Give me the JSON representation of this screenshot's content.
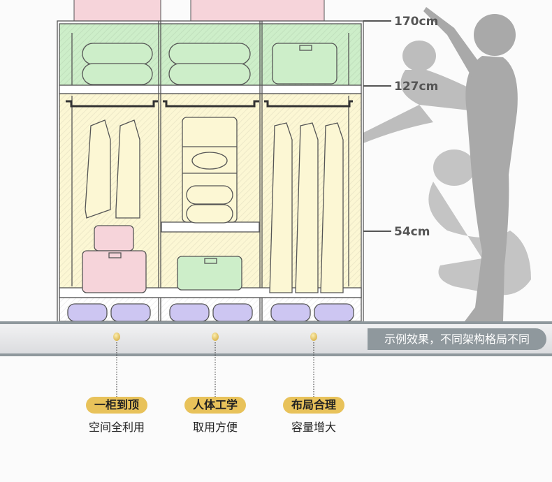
{
  "measurements": [
    {
      "label": "170cm"
    },
    {
      "label": "127cm"
    },
    {
      "label": "54cm"
    }
  ],
  "note": "示例效果，不同架构格局不同",
  "features": [
    {
      "title": "一柜到顶",
      "subtitle": "空间全利用"
    },
    {
      "title": "人体工学",
      "subtitle": "取用方便"
    },
    {
      "title": "布局合理",
      "subtitle": "容量增大"
    }
  ],
  "colors": {
    "top_section": "#cdeec9",
    "hanging_section": "#fcf7d4",
    "pink_box": "#f6d4da",
    "drawer": "#cdc6f2",
    "pill": "#e8c25a",
    "silhouette": "#a9a9a9",
    "floor_line": "#8f989d"
  }
}
